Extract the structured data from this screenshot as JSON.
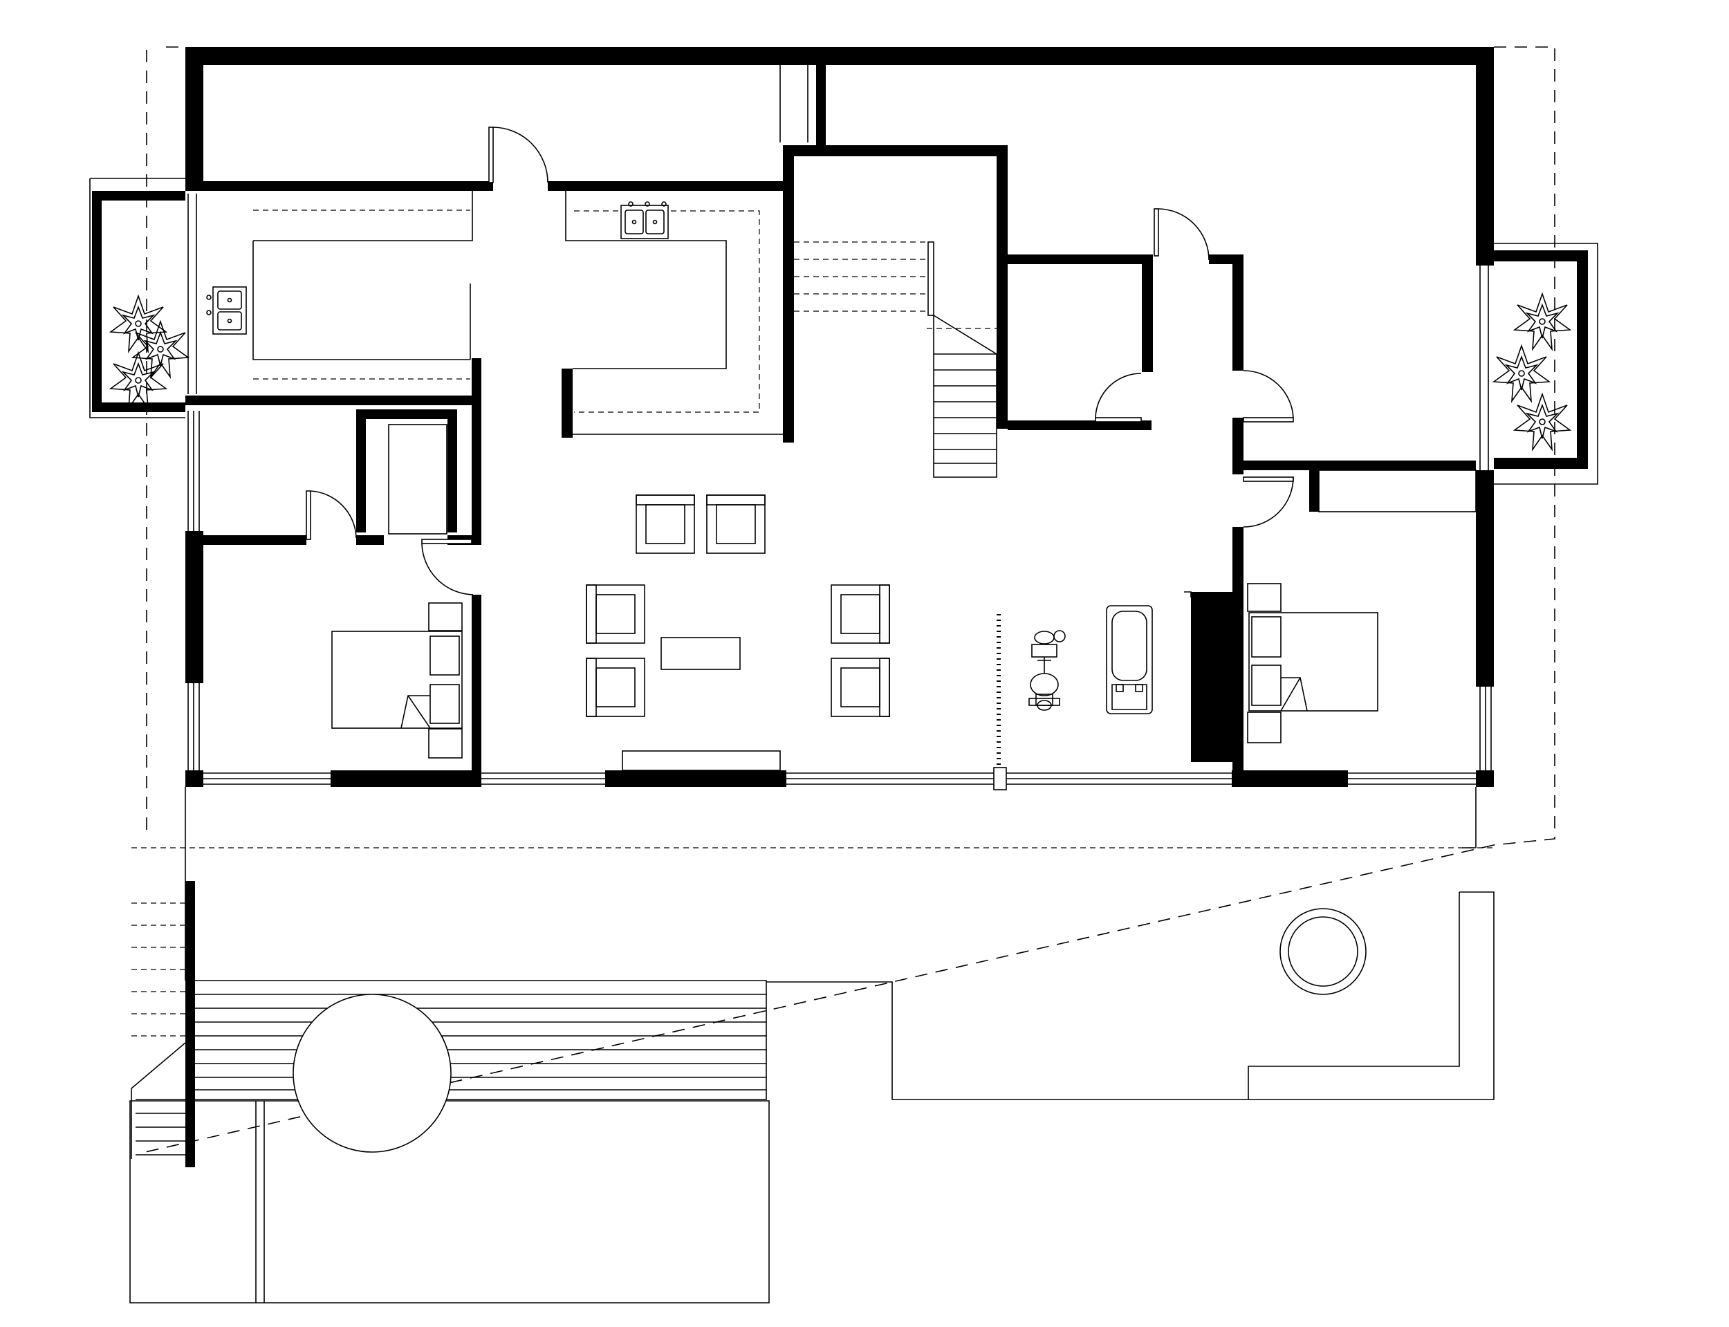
{
  "drawing": {
    "type": "architectural-floor-plan",
    "line_color": "#000000",
    "background": "#ffffff"
  },
  "rooms": [
    {
      "id": "bedroom-west",
      "furniture": [
        "bed",
        "nightstand-top",
        "nightstand-bottom"
      ]
    },
    {
      "id": "kitchen",
      "furniture": [
        "double-sink-east-counter",
        "double-sink-west-counter",
        "counters"
      ]
    },
    {
      "id": "living",
      "furniture": [
        "armchair",
        "armchair",
        "armchair",
        "armchair",
        "armchair",
        "armchair",
        "coffee-table",
        "media-console"
      ]
    },
    {
      "id": "stair",
      "furniture": [
        "stair-treads",
        "stair-rail"
      ]
    },
    {
      "id": "gym",
      "furniture": [
        "exercise-bike",
        "treadmill",
        "floor-mat"
      ]
    },
    {
      "id": "bedroom-east",
      "furniture": [
        "bed",
        "nightstand-top",
        "nightstand-bottom",
        "wardrobe"
      ]
    },
    {
      "id": "planter-west",
      "furniture": [
        "plant",
        "plant",
        "plant"
      ]
    },
    {
      "id": "planter-east",
      "furniture": [
        "plant",
        "plant",
        "plant"
      ]
    },
    {
      "id": "terrace",
      "furniture": [
        "deck-boards",
        "round-table",
        "round-planter",
        "exterior-stair"
      ]
    }
  ]
}
